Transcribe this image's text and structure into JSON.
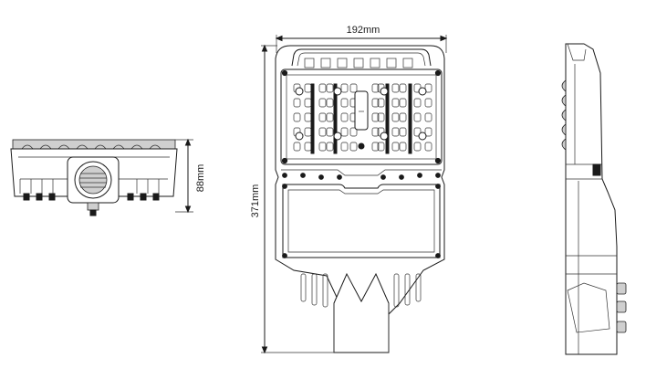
{
  "dimensions": {
    "width_label": "192mm",
    "length_label": "371mm",
    "height_label": "88mm"
  }
}
